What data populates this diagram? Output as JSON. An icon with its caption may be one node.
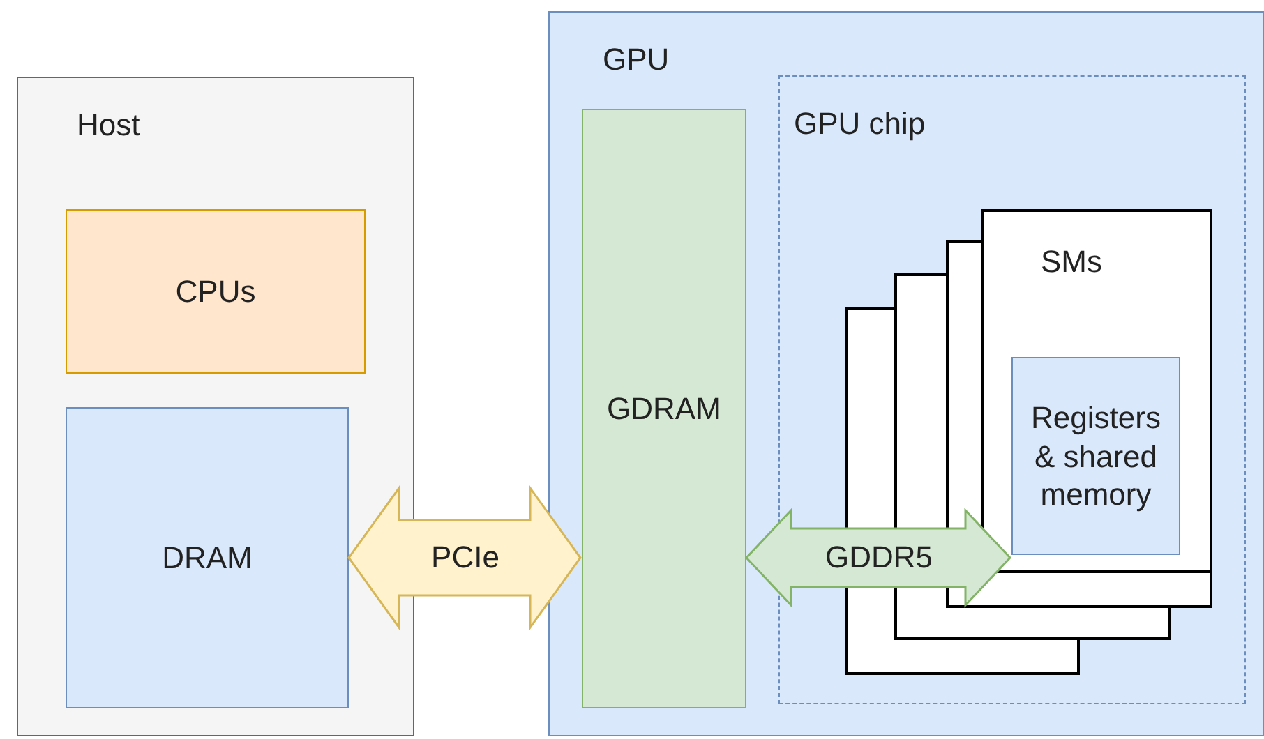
{
  "diagram": {
    "nodes": [
      {
        "text": [
          "Host"
        ]
      },
      {
        "text": [
          "CPUs"
        ],
        "in": 0
      },
      {
        "text": [
          "DRAM"
        ],
        "in": 0
      },
      {
        "text": [
          "GPU"
        ]
      },
      {
        "text": [
          "GDRAM"
        ],
        "in": 3
      },
      {
        "text": [
          "GPU chip"
        ],
        "in": 3
      },
      {
        "text": [
          "SMs"
        ],
        "in": 5
      },
      {
        "text": [
          "Registers & shared memory"
        ],
        "in": 6
      }
    ],
    "edges": [
      {
        "from": 2,
        "to": 4,
        "arrow": "both",
        "label": "PCIe",
        "style": "thick",
        "color": "#fff2cc"
      },
      {
        "from": 4,
        "to": 7,
        "arrow": "both",
        "label": "GDDR5",
        "style": "thick",
        "color": "#d5e8d4"
      }
    ]
  }
}
